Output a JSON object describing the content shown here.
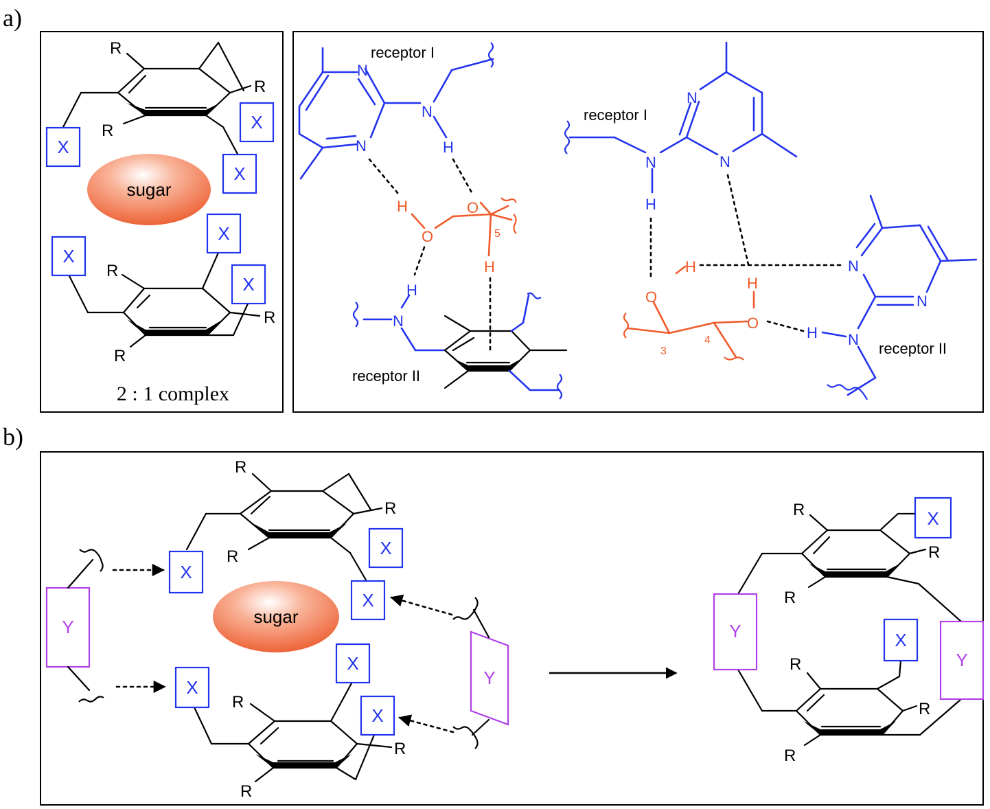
{
  "panel_labels": {
    "a": "a)",
    "b": "b)"
  },
  "labels": {
    "sugar": "sugar",
    "X": "X",
    "Y": "Y",
    "R": "R",
    "complex": "2 : 1 complex",
    "receptor_1": "receptor I",
    "receptor_2": "receptor II",
    "N": "N",
    "H": "H",
    "O": "O",
    "pos3": "3",
    "pos4": "4",
    "pos5": "5"
  },
  "colors": {
    "receptor": "#2233ee",
    "sugar_atoms": "#f05a2a",
    "linker": "#b040e8",
    "sugar_fill": "#f0653a"
  }
}
